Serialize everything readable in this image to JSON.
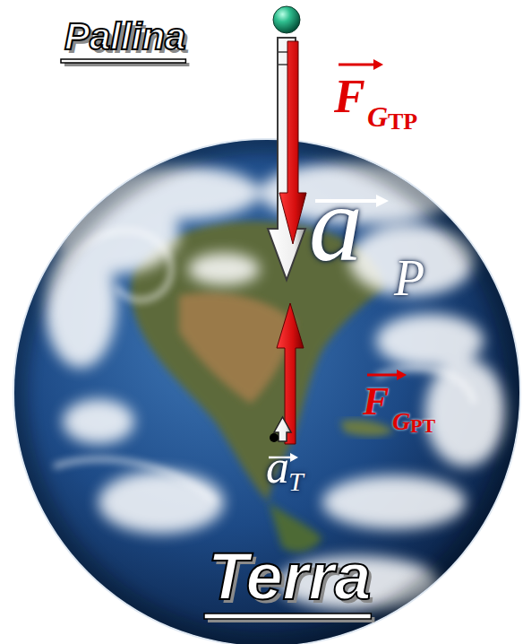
{
  "diagram": {
    "labels": [
      "Pallina",
      "F",
      "G",
      "TP",
      "a",
      "P",
      "F",
      "G",
      "PT",
      "a",
      "T",
      "Terra"
    ]
  }
}
